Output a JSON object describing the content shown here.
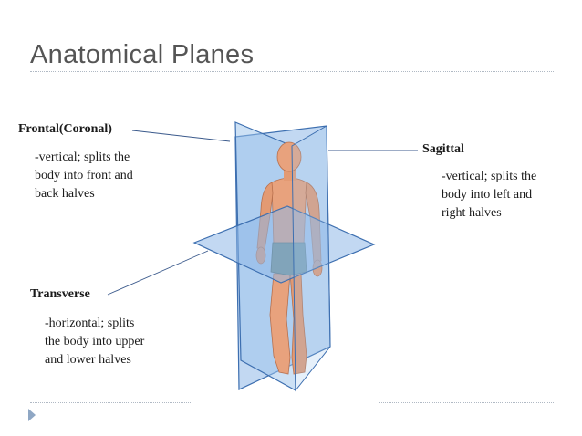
{
  "slide": {
    "title": "Anatomical Planes"
  },
  "frontal": {
    "heading": "Frontal(Coronal)",
    "lines": [
      "-vertical;  splits  the",
      "body into front and",
      "back halves"
    ]
  },
  "sagittal": {
    "heading": "Sagittal",
    "lines": [
      "-vertical; splits the",
      "body into left and",
      "right halves"
    ]
  },
  "transverse": {
    "heading": "Transverse",
    "lines": [
      "-horizontal; splits",
      "the body into upper",
      "and lower halves"
    ]
  },
  "colors": {
    "title_text": "#555555",
    "plane_fill": "#8fb8e8",
    "plane_edge": "#3d6fb0",
    "skin": "#e8a27d",
    "shorts": "#6f8c83",
    "leader_line": "#3b5a8c",
    "bullet": "#8fa7c4"
  },
  "icons": {
    "bullet": "triangle-bullet-icon"
  }
}
